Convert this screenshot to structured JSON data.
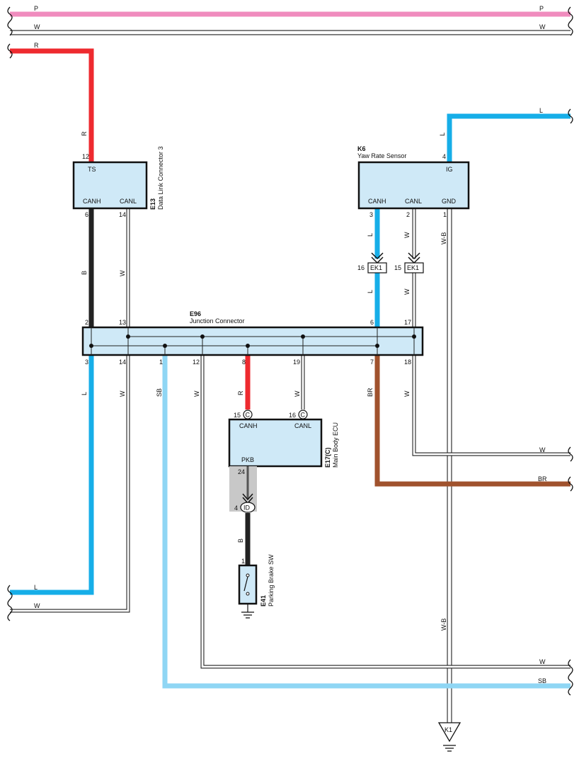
{
  "colors": {
    "P": "#f08cbe",
    "R": "#ee2a2f",
    "B": "#222222",
    "L": "#16aee8",
    "SB": "#8fd6f4",
    "BR": "#a0522d",
    "W": "#ffffff",
    "W-B": "#ffffff",
    "box_fill": "#cfe9f7"
  },
  "wires": {
    "top_p": "P",
    "top_p_r": "P",
    "top_w": "W",
    "top_w_r": "W",
    "top_r": "R",
    "r_down": "R",
    "l_right": "L",
    "l_k6": "L",
    "e13_b": "B",
    "e13_w": "W",
    "k6_l": "L",
    "k6_w": "W",
    "k6_wb": "W-B",
    "ek1_l": "L",
    "ek1_w": "W",
    "e96_l": "L",
    "e96_w14": "W",
    "e96_sb": "SB",
    "e96_w12": "W",
    "e96_r": "R",
    "e96_w19": "W",
    "e96_br": "BR",
    "e96_w18": "W",
    "w_r1": "W",
    "br_r": "BR",
    "b_id": "B",
    "l_left": "L",
    "w_left": "W",
    "wb_down": "W-B",
    "w_bot": "W",
    "sb_bot": "SB"
  },
  "components": {
    "e13": {
      "code": "E13",
      "name": "Data Link Connector 3",
      "ts": "TS",
      "canh": "CANH",
      "canl": "CANL",
      "pin_ts": "12",
      "pin_canh": "6",
      "pin_canl": "14"
    },
    "k6": {
      "code": "K6",
      "name": "Yaw Rate Sensor",
      "ig": "IG",
      "canh": "CANH",
      "canl": "CANL",
      "gnd": "GND",
      "pin_ig": "4",
      "pin_canh": "3",
      "pin_canl": "2",
      "pin_gnd": "1"
    },
    "ek1": {
      "code": "EK1",
      "pin_a": "16",
      "pin_b": "15"
    },
    "e96": {
      "code": "E96",
      "name": "Junction Connector",
      "top_pins": [
        "2",
        "13",
        "6",
        "17"
      ],
      "bottom_pins": [
        "3",
        "14",
        "1",
        "12",
        "8",
        "19",
        "7",
        "18"
      ]
    },
    "e17": {
      "code": "E17(C)",
      "name": "Main Body ECU",
      "canh": "CANH",
      "canl": "CANL",
      "pkb": "PKB",
      "pin_canh": "15",
      "pin_canl": "16",
      "pin_pkb": "24",
      "conn": "C"
    },
    "id": {
      "code": "ID",
      "pin": "4"
    },
    "e41": {
      "code": "E41",
      "name": "Parking Brake SW",
      "pin": "1"
    },
    "k1": {
      "code": "K1"
    }
  }
}
